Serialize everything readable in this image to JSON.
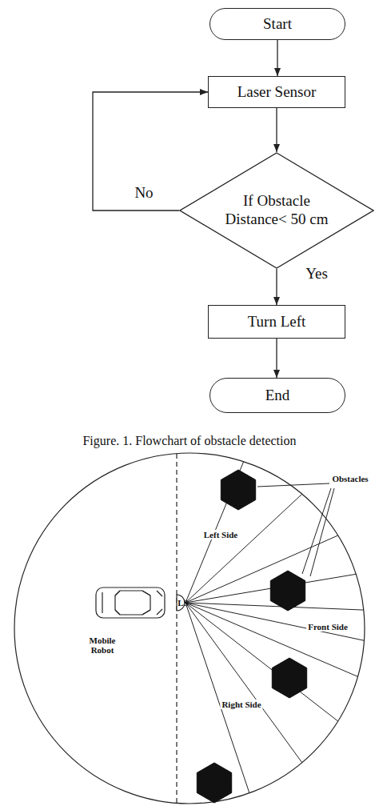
{
  "diagram": {
    "caption": "Figure. 1. Flowchart of obstacle detection",
    "nodes": [
      {
        "text": [
          "Start"
        ]
      },
      {
        "text": [
          "Laser Sensor"
        ]
      },
      {
        "text": [
          "If Obstacle Distance< 50 cm"
        ]
      },
      {
        "text": [
          "Turn Left"
        ]
      },
      {
        "text": [
          "End"
        ]
      }
    ],
    "edges": [
      {
        "from": 0,
        "to": 1,
        "arrow": "to"
      },
      {
        "from": 1,
        "to": 2,
        "arrow": "to"
      },
      {
        "from": 2,
        "to": 3,
        "label": "Yes",
        "arrow": "to"
      },
      {
        "from": 3,
        "to": 4,
        "arrow": "to"
      },
      {
        "from": 2,
        "to": 1,
        "label": "No",
        "arrow": "to"
      }
    ],
    "labels": [
      "Obstacles",
      "Left Side",
      "LS",
      "Front Side",
      "Mobile Robot",
      "Right Side"
    ]
  }
}
